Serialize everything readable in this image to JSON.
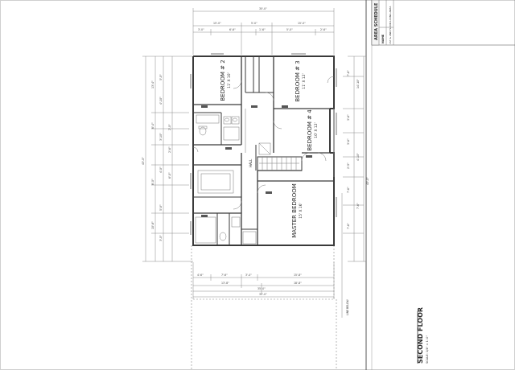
{
  "rooms": {
    "bedroom2": {
      "name": "BEDROOM # 2",
      "size": "11' X 10'"
    },
    "bedroom3": {
      "name": "BEDROOM # 3",
      "size": "11' X 12'"
    },
    "bedroom4": {
      "name": "BEDROOM # 4",
      "size": "10' X 12'"
    },
    "master": {
      "name": "MASTER BEDROOM",
      "size": "15' X 16'"
    },
    "hall": "HALL"
  },
  "sheet": {
    "title": "SECOND FLOOR",
    "scale": "SCALE: 1/4\" = 1'-0\""
  },
  "schedule": {
    "title": "AREA SCHEDULE",
    "col1": "NAME",
    "row1": "1ST & 2ND FLOOR LIVING AREA"
  }
}
